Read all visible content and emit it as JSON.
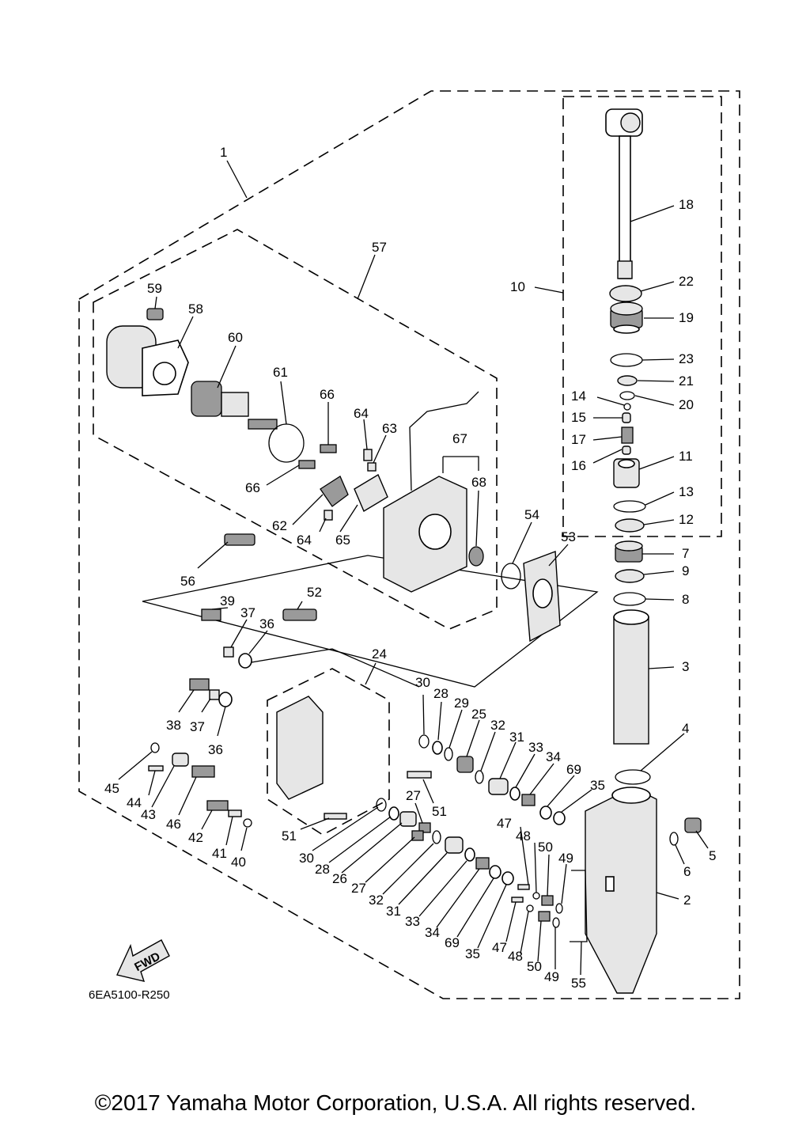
{
  "diagram_code": "6EA5100-R250",
  "fwd_label": "FWD",
  "copyright": "©2017 Yamaha Motor Corporation, U.S.A. All rights reserved.",
  "callouts": [
    {
      "id": "c1",
      "text": "1"
    },
    {
      "id": "c57",
      "text": "57"
    },
    {
      "id": "c59",
      "text": "59"
    },
    {
      "id": "c58",
      "text": "58"
    },
    {
      "id": "c60",
      "text": "60"
    },
    {
      "id": "c61",
      "text": "61"
    },
    {
      "id": "c66a",
      "text": "66"
    },
    {
      "id": "c64a",
      "text": "64"
    },
    {
      "id": "c63",
      "text": "63"
    },
    {
      "id": "c67",
      "text": "67"
    },
    {
      "id": "c68",
      "text": "68"
    },
    {
      "id": "c66b",
      "text": "66"
    },
    {
      "id": "c62",
      "text": "62"
    },
    {
      "id": "c64b",
      "text": "64"
    },
    {
      "id": "c65",
      "text": "65"
    },
    {
      "id": "c54",
      "text": "54"
    },
    {
      "id": "c53",
      "text": "53"
    },
    {
      "id": "c56",
      "text": "56"
    },
    {
      "id": "c10",
      "text": "10"
    },
    {
      "id": "c18",
      "text": "18"
    },
    {
      "id": "c22",
      "text": "22"
    },
    {
      "id": "c19",
      "text": "19"
    },
    {
      "id": "c23",
      "text": "23"
    },
    {
      "id": "c21",
      "text": "21"
    },
    {
      "id": "c14",
      "text": "14"
    },
    {
      "id": "c20",
      "text": "20"
    },
    {
      "id": "c15",
      "text": "15"
    },
    {
      "id": "c17",
      "text": "17"
    },
    {
      "id": "c11",
      "text": "11"
    },
    {
      "id": "c16",
      "text": "16"
    },
    {
      "id": "c13",
      "text": "13"
    },
    {
      "id": "c12",
      "text": "12"
    },
    {
      "id": "c7",
      "text": "7"
    },
    {
      "id": "c9",
      "text": "9"
    },
    {
      "id": "c8",
      "text": "8"
    },
    {
      "id": "c3",
      "text": "3"
    },
    {
      "id": "c4",
      "text": "4"
    },
    {
      "id": "c5",
      "text": "5"
    },
    {
      "id": "c6",
      "text": "6"
    },
    {
      "id": "c2",
      "text": "2"
    },
    {
      "id": "c39",
      "text": "39"
    },
    {
      "id": "c37a",
      "text": "37"
    },
    {
      "id": "c36a",
      "text": "36"
    },
    {
      "id": "c52",
      "text": "52"
    },
    {
      "id": "c24",
      "text": "24"
    },
    {
      "id": "c38",
      "text": "38"
    },
    {
      "id": "c37b",
      "text": "37"
    },
    {
      "id": "c36b",
      "text": "36"
    },
    {
      "id": "c45",
      "text": "45"
    },
    {
      "id": "c44",
      "text": "44"
    },
    {
      "id": "c43",
      "text": "43"
    },
    {
      "id": "c46",
      "text": "46"
    },
    {
      "id": "c42",
      "text": "42"
    },
    {
      "id": "c41",
      "text": "41"
    },
    {
      "id": "c40",
      "text": "40"
    },
    {
      "id": "c51a",
      "text": "51"
    },
    {
      "id": "c51b",
      "text": "51"
    },
    {
      "id": "c30a",
      "text": "30"
    },
    {
      "id": "c28a",
      "text": "28"
    },
    {
      "id": "c29",
      "text": "29"
    },
    {
      "id": "c25",
      "text": "25"
    },
    {
      "id": "c32a",
      "text": "32"
    },
    {
      "id": "c31a",
      "text": "31"
    },
    {
      "id": "c33a",
      "text": "33"
    },
    {
      "id": "c34a",
      "text": "34"
    },
    {
      "id": "c69a",
      "text": "69"
    },
    {
      "id": "c35a",
      "text": "35"
    },
    {
      "id": "c27a",
      "text": "27"
    },
    {
      "id": "c30b",
      "text": "30"
    },
    {
      "id": "c28b",
      "text": "28"
    },
    {
      "id": "c26",
      "text": "26"
    },
    {
      "id": "c27b",
      "text": "27"
    },
    {
      "id": "c32b",
      "text": "32"
    },
    {
      "id": "c31b",
      "text": "31"
    },
    {
      "id": "c33b",
      "text": "33"
    },
    {
      "id": "c34b",
      "text": "34"
    },
    {
      "id": "c69b",
      "text": "69"
    },
    {
      "id": "c35b",
      "text": "35"
    },
    {
      "id": "c47a",
      "text": "47"
    },
    {
      "id": "c48a",
      "text": "48"
    },
    {
      "id": "c50a",
      "text": "50"
    },
    {
      "id": "c49a",
      "text": "49"
    },
    {
      "id": "c47b",
      "text": "47"
    },
    {
      "id": "c48b",
      "text": "48"
    },
    {
      "id": "c50b",
      "text": "50"
    },
    {
      "id": "c49b",
      "text": "49"
    },
    {
      "id": "c55",
      "text": "55"
    }
  ]
}
